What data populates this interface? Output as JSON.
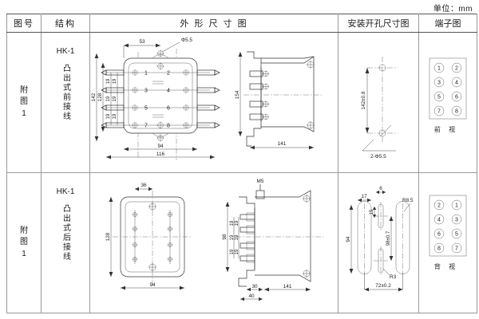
{
  "unit_note": "单位：mm",
  "table": {
    "headers": [
      {
        "key": "fig_no",
        "label": "图号"
      },
      {
        "key": "structure",
        "label": "结构"
      },
      {
        "key": "outline",
        "label": "外 形 尺 寸 图"
      },
      {
        "key": "mounting",
        "label": "安装开孔尺寸图"
      },
      {
        "key": "terminal",
        "label": "端子图"
      }
    ],
    "rows": [
      {
        "fig_no": "附 图 1",
        "fig_no_chars": [
          "附",
          "图",
          "1"
        ],
        "model": "HK-1",
        "structure": "凸出式前接线",
        "outline": {
          "front_view": {
            "dims_top": [
              "53",
              "Φ5.5"
            ],
            "dims_left": [
              "142",
              "128"
            ],
            "pitch": [
              "19",
              "19",
              "19",
              "19",
              "19",
              "19"
            ],
            "dims_bottom": [
              "94",
              "116"
            ],
            "terminals": [
              "1",
              "2",
              "3",
              "4",
              "5",
              "6",
              "7",
              "8"
            ]
          },
          "side_view": {
            "height": "154",
            "depth": "141"
          }
        },
        "mounting": {
          "vertical_dim": "142±0.8",
          "hole_note": "2-Φ5.5"
        },
        "terminal": {
          "left_column": [
            "1",
            "3",
            "5",
            "7"
          ],
          "right_column": [
            "2",
            "4",
            "6",
            "8"
          ],
          "view_label": "前  视"
        }
      },
      {
        "fig_no": "附 图 1",
        "fig_no_chars": [
          "附",
          "图",
          "1"
        ],
        "model": "HK-1",
        "structure": "凸出式后接线",
        "outline": {
          "front_view": {
            "dims_top": [
              "36"
            ],
            "dims_left": [
              "128"
            ],
            "dims_bottom": [
              "94"
            ]
          },
          "side_view": {
            "thread": "M5",
            "height": "98",
            "pitch": [
              "19",
              "19",
              "19",
              "19",
              "19",
              "19"
            ],
            "depth_small": "30",
            "depth_small2": "40",
            "depth": "141"
          }
        },
        "mounting": {
          "dim_17": "17",
          "dim_6": "6",
          "dim_15": "15",
          "dim_94": "94",
          "dim_98": "98±0.7",
          "radius_big": "R8.5",
          "radius_small": "R3",
          "dim_72": "72±0.2"
        },
        "terminal": {
          "left_column": [
            "2",
            "4",
            "6",
            "8"
          ],
          "right_column": [
            "1",
            "3",
            "5",
            "7"
          ],
          "view_label": "背  视"
        }
      }
    ]
  }
}
